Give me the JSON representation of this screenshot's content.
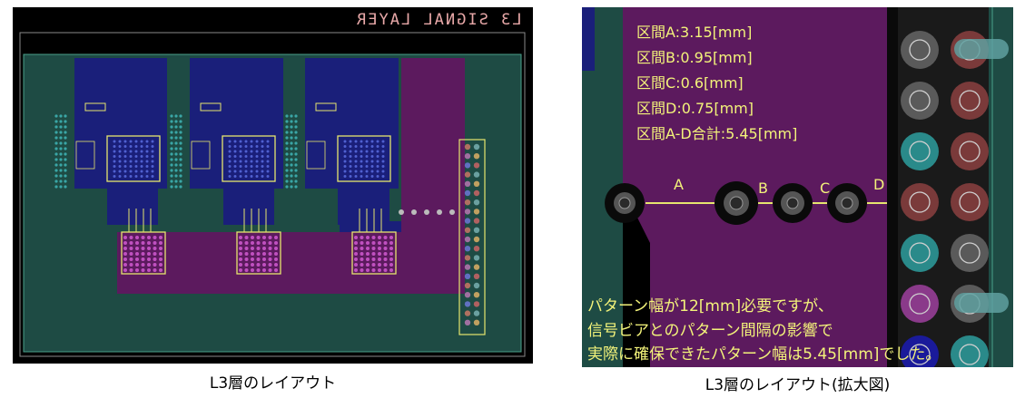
{
  "left": {
    "layer_label": "L3 SIGNAL LAYER",
    "caption": "L3層のレイアウト"
  },
  "right": {
    "measurements": [
      "区間A:3.15[mm]",
      "区間B:0.95[mm]",
      "区間C:0.6[mm]",
      "区間D:0.75[mm]",
      "区間A-D合計:5.45[mm]"
    ],
    "segments": [
      "A",
      "B",
      "C",
      "D"
    ],
    "note_lines": [
      "パターン幅が12[mm]必要ですが、",
      "信号ビアとのパターン間隔の影響で",
      "実際に確保できたパターン幅は5.45[mm]でした。"
    ],
    "caption": "L3層のレイアウト(拡大図)"
  },
  "colors": {
    "board": "#1e4b44",
    "copper_blue": "#1a1f7a",
    "copper_purple": "#5c1a5e",
    "silk": "#e6e66e",
    "annotation": "#f3f37a",
    "via": "#3aa6a6"
  }
}
